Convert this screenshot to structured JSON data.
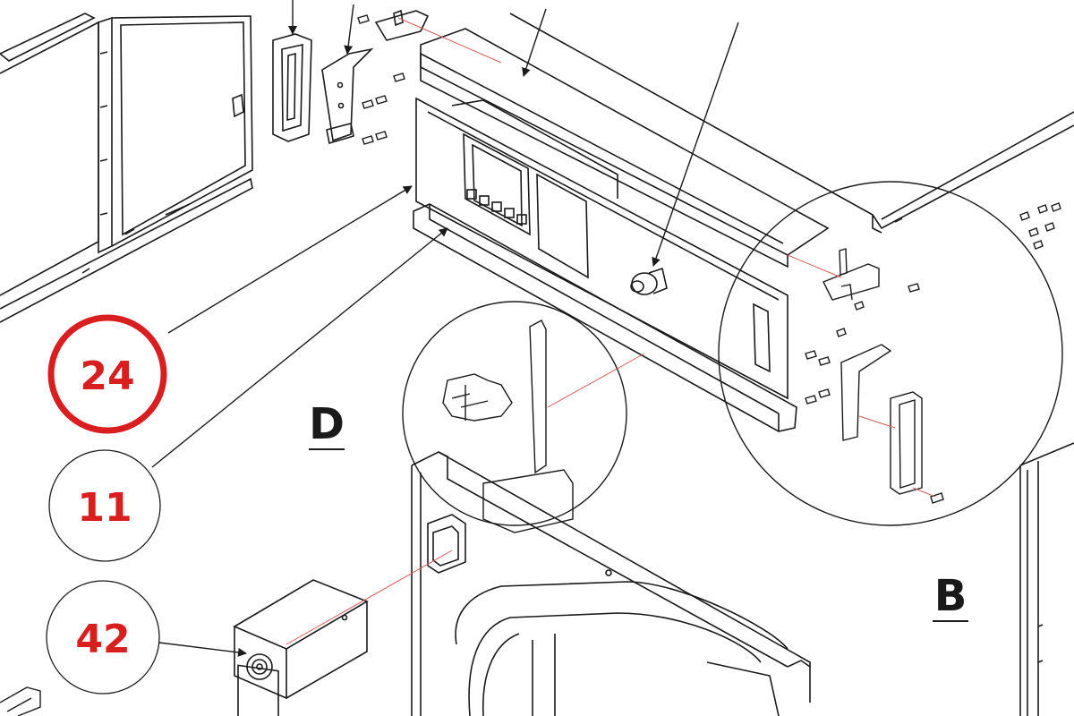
{
  "callouts": [
    {
      "number": "24",
      "highlighted": true
    },
    {
      "number": "11",
      "highlighted": false
    },
    {
      "number": "42",
      "highlighted": false
    }
  ],
  "view_labels": [
    {
      "letter": "D"
    },
    {
      "letter": "B"
    }
  ],
  "colors": {
    "line": "#1a1a1a",
    "callout_text": "#d81e1e",
    "highlight_ring": "#d81e1e",
    "leader_red": "#d35a5a",
    "background": "#ffffff"
  }
}
